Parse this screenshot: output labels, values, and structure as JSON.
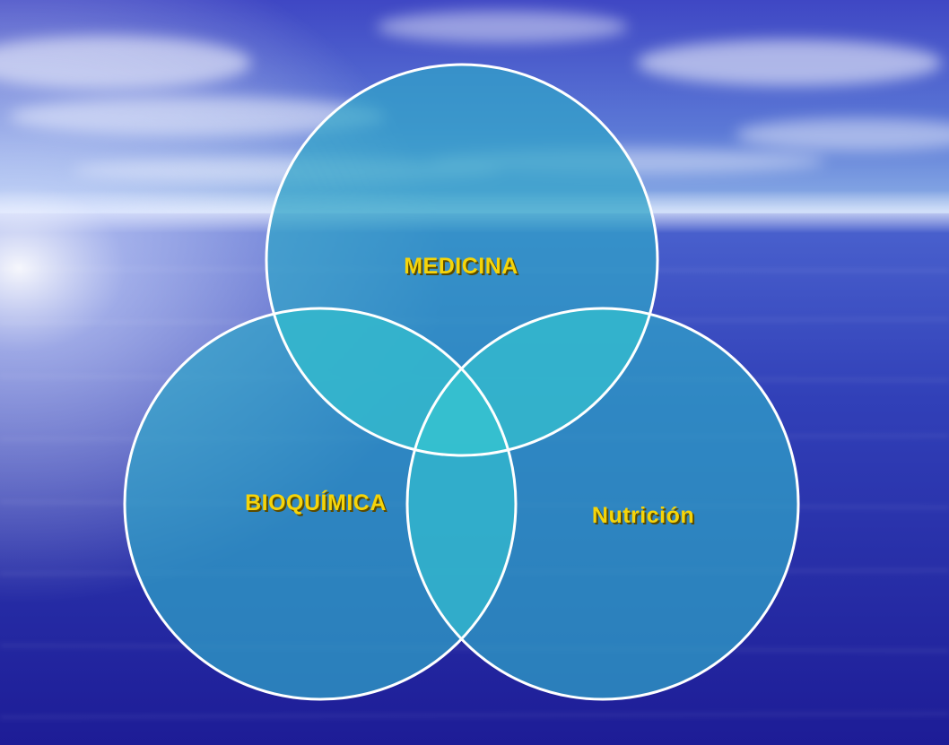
{
  "diagram": {
    "type": "venn",
    "circles": [
      {
        "id": "top",
        "label": "MEDICINA"
      },
      {
        "id": "left",
        "label": "BIOQUÍMICA"
      },
      {
        "id": "right",
        "label": "Nutrición"
      }
    ]
  },
  "colors": {
    "label_fill": "#f5d40a",
    "label_shadow": "#6b5a00",
    "circle_stroke": "#ffffff",
    "circle_fill": "#2fa3c8",
    "overlap_fill": "#36c3d0",
    "sky_top": "#3b3fc0",
    "sea_bottom": "#1f1f9a"
  }
}
